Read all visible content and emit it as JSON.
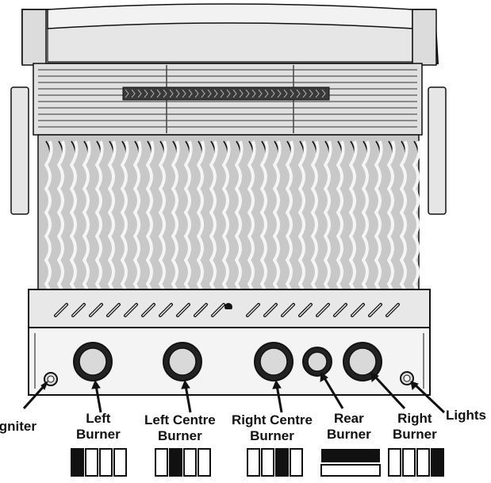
{
  "labels": {
    "igniter": "Igniter",
    "left": [
      "Left",
      "Burner"
    ],
    "left_centre": [
      "Left Centre",
      "Burner"
    ],
    "right_centre": [
      "Right Centre",
      "Burner"
    ],
    "rear": [
      "Rear",
      "Burner"
    ],
    "right": [
      "Right",
      "Burner"
    ],
    "lights": "Lights"
  },
  "colors": {
    "line": "#111111",
    "metal": "#d9d9d9",
    "metal_dark": "#9a9a9a",
    "grill_bg": "#c8c8c8"
  },
  "burner_indicators": [
    {
      "for": "left-burner",
      "cells": 4,
      "filled": 1
    },
    {
      "for": "left-centre-burner",
      "cells": 4,
      "filled": 2
    },
    {
      "for": "right-centre-burner",
      "cells": 4,
      "filled": 3
    },
    {
      "for": "right-burner",
      "cells": 4,
      "filled": 4
    }
  ]
}
